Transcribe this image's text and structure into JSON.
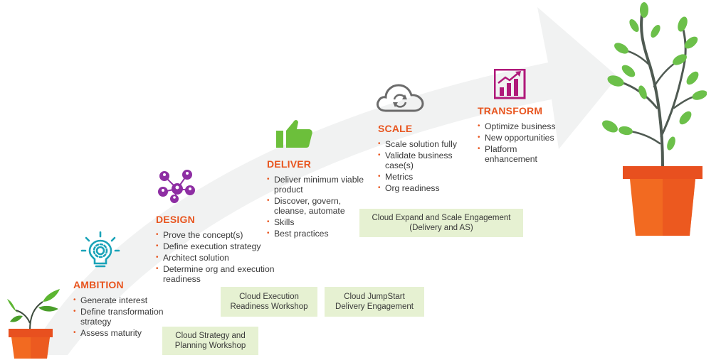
{
  "stages": [
    {
      "title": "AMBITION",
      "items": [
        "Generate interest",
        "Define transformation strategy",
        "Assess maturity"
      ],
      "icon": "lightbulb-gear-icon"
    },
    {
      "title": "DESIGN",
      "items": [
        "Prove the concept(s)",
        "Define execution strategy",
        "Architect solution",
        "Determine org and execution readiness"
      ],
      "icon": "network-people-icon"
    },
    {
      "title": "DELIVER",
      "items": [
        "Deliver minimum viable product",
        "Discover, govern, cleanse, automate",
        "Skills",
        "Best practices"
      ],
      "icon": "thumbs-up-icon"
    },
    {
      "title": "SCALE",
      "items": [
        "Scale solution fully",
        "Validate business case(s)",
        "Metrics",
        "Org readiness"
      ],
      "icon": "cloud-sync-icon"
    },
    {
      "title": "TRANSFORM",
      "items": [
        "Optimize business",
        "New opportunities",
        "Platform enhancement"
      ],
      "icon": "growth-chart-icon"
    }
  ],
  "notes": {
    "strategy": "Cloud Strategy and Planning Workshop",
    "readiness": "Cloud Execution Readiness Workshop",
    "jumpstart": "Cloud JumpStart Delivery Engagement",
    "expand": "Cloud Expand and Scale Engagement (Delivery and AS)"
  },
  "colors": {
    "accent": "#e8551f",
    "teal": "#1aa3b8",
    "purple": "#8e2ea3",
    "green": "#6cbf3b",
    "gray": "#6b6b6b",
    "magenta": "#b0197a",
    "note_bg": "#e6f1d2",
    "arrow": "#f1f2f2"
  }
}
